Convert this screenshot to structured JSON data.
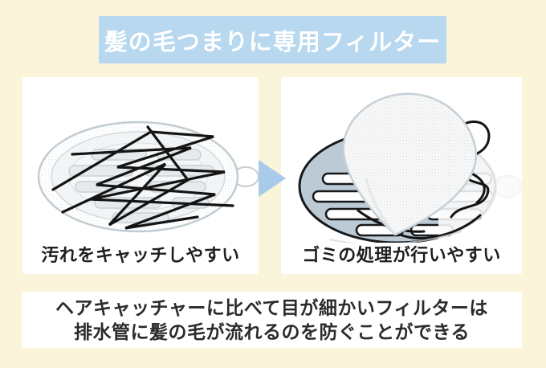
{
  "header": {
    "title": "髪の毛つまりに専用フィルター"
  },
  "comparison": {
    "before": {
      "caption": "汚れをキャッチしやすい"
    },
    "after": {
      "caption": "ゴミの処理が行いやすい"
    }
  },
  "footer": {
    "line1": "ヘアキャッチャーに比べて目が細かいフィルターは",
    "line2": "排水管に髪の毛が流れるのを防ぐことができる"
  },
  "colors": {
    "background": "#faf4da",
    "header_bg": "#b7d8ef",
    "header_text": "#ffffff",
    "panel_bg": "#ffffff",
    "arrow": "#a7cbe9",
    "drain_fill": "#bccad5",
    "hair": "#141414",
    "caption_text": "#1f1f1f",
    "footer_text": "#2b2b2b"
  }
}
